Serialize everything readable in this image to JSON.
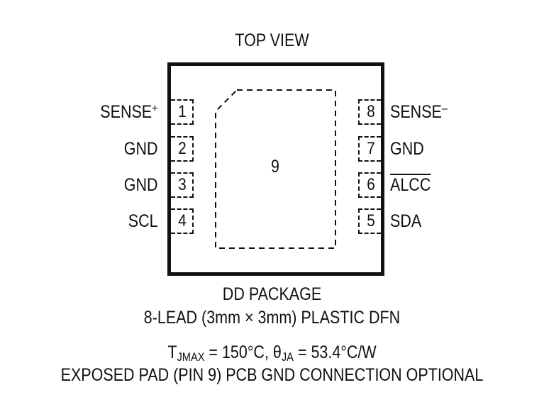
{
  "title": "TOP VIEW",
  "exposed_pad_number": "9",
  "pins_left": [
    {
      "num": "1",
      "label": "SENSE",
      "sup": "+"
    },
    {
      "num": "2",
      "label": "GND",
      "sup": ""
    },
    {
      "num": "3",
      "label": "GND",
      "sup": ""
    },
    {
      "num": "4",
      "label": "SCL",
      "sup": ""
    }
  ],
  "pins_right": [
    {
      "num": "8",
      "label": "SENSE",
      "sup": "–"
    },
    {
      "num": "7",
      "label": "GND",
      "sup": ""
    },
    {
      "num": "6",
      "label": "ALCC",
      "sup": ""
    },
    {
      "num": "5",
      "label": "SDA",
      "sup": ""
    }
  ],
  "footer": {
    "package_name": "DD PACKAGE",
    "package_desc": "8-LEAD (3mm × 3mm) PLASTIC DFN",
    "thermal_tj": "T",
    "thermal_tj_sub": "JMAX",
    "thermal_tj_val": " = 150°C, ",
    "thermal_theta": "θ",
    "thermal_theta_sub": "JA",
    "thermal_theta_val": " = 53.4°C/W",
    "exposed_note": "EXPOSED PAD (PIN 9) PCB GND CONNECTION OPTIONAL"
  }
}
